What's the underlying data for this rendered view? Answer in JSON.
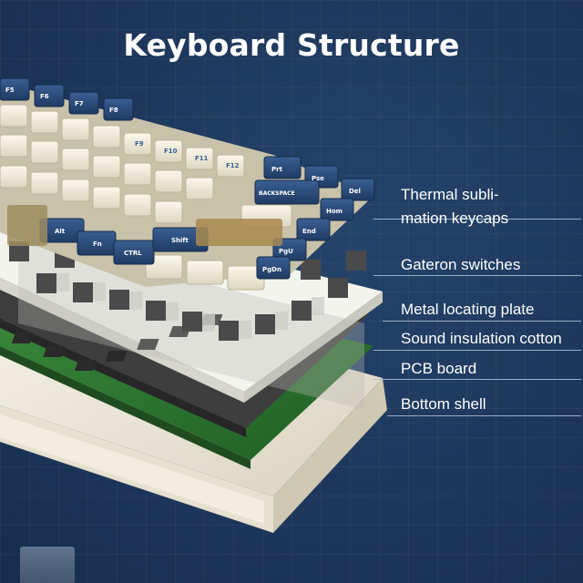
{
  "title": "Keyboard Structure",
  "keycap_legends": {
    "function_row": [
      "F5",
      "F6",
      "F7",
      "F8",
      "F9",
      "F10",
      "F11",
      "F12"
    ],
    "nav_right": [
      "Prt",
      "Pse",
      "Del",
      "Hom",
      "End",
      "PgU",
      "PgDn"
    ],
    "backspace": "BACKSPACE",
    "modifiers": [
      "Alt",
      "Fn",
      "CTRL",
      "Shift"
    ]
  },
  "labels": [
    {
      "id": "thermal-sublimation-keycaps",
      "lines": [
        "Thermal subli-",
        "mation keycaps"
      ]
    },
    {
      "id": "gateron-switches",
      "lines": [
        "Gateron switches"
      ]
    },
    {
      "id": "metal-locating-plate",
      "lines": [
        "Metal locating plate"
      ]
    },
    {
      "id": "sound-insulation-cotton",
      "lines": [
        "Sound insulation cotton"
      ]
    },
    {
      "id": "pcb-board",
      "lines": [
        "PCB board"
      ]
    },
    {
      "id": "bottom-shell",
      "lines": [
        "Bottom shell"
      ]
    }
  ],
  "colors": {
    "background": "#1f3a5e",
    "keycap_cream": "#f1ecd9",
    "keycap_navy": "#2a4a78",
    "pcb_green": "#2f7a33",
    "cotton_dark": "#3a3a3a",
    "plate_white": "#f4f4f0",
    "shell_cream": "#efebdd"
  }
}
